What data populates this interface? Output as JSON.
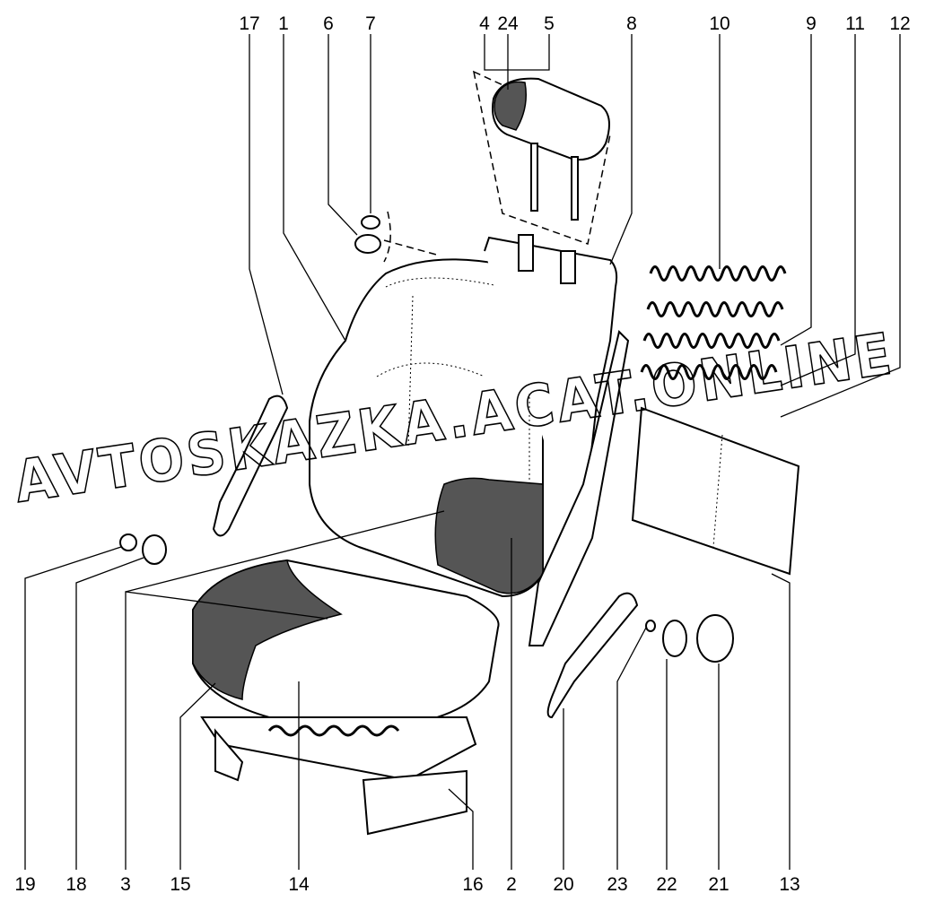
{
  "diagram": {
    "title_labels_top": [
      "17",
      "1",
      "6",
      "7",
      "4",
      "24",
      "5",
      "8",
      "10",
      "9",
      "11",
      "12"
    ],
    "title_labels_bottom": [
      "19",
      "18",
      "3",
      "15",
      "14",
      "16",
      "2",
      "20",
      "23",
      "22",
      "21",
      "13"
    ],
    "watermark": "AVTOSKAZKA.ACAT.ONLINE"
  }
}
